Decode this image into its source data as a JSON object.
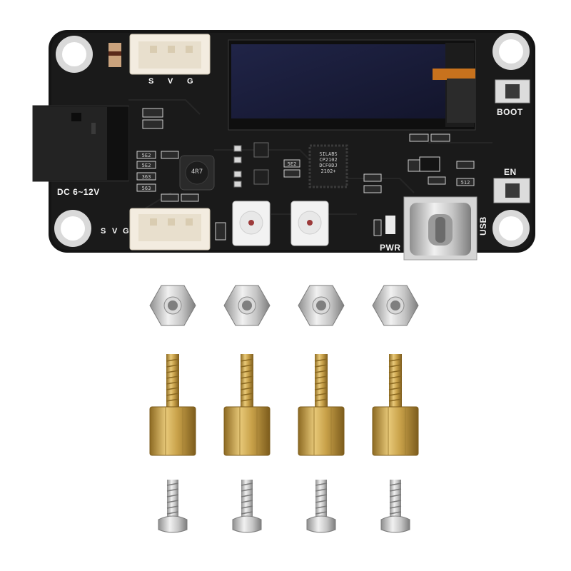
{
  "board": {
    "labels": {
      "power_input": "DC 6~12V",
      "top_connector_pins": [
        "S",
        "V",
        "G"
      ],
      "bottom_connector_pins": [
        "S",
        "V",
        "G"
      ],
      "boot_button": "BOOT",
      "en_button": "EN",
      "power_led": "PWR",
      "usb_port": "USB"
    },
    "ic_marking": [
      "SILABS",
      "CP2102",
      "DCF0DJ",
      "2102+"
    ],
    "inductor_marking": "4R7",
    "small_parts": [
      "5E2",
      "5E2",
      "363",
      "563",
      "512",
      "5E2"
    ],
    "colors": {
      "pcb": "#151515",
      "silkscreen": "#f2f2f2",
      "oled_screen": "#1c1f3c",
      "connector": "#f3ece0",
      "brass": "#c9a24a",
      "steel": "#c8c8c8"
    }
  },
  "hardware": {
    "nuts": 4,
    "standoffs": 4,
    "screws": 4
  }
}
